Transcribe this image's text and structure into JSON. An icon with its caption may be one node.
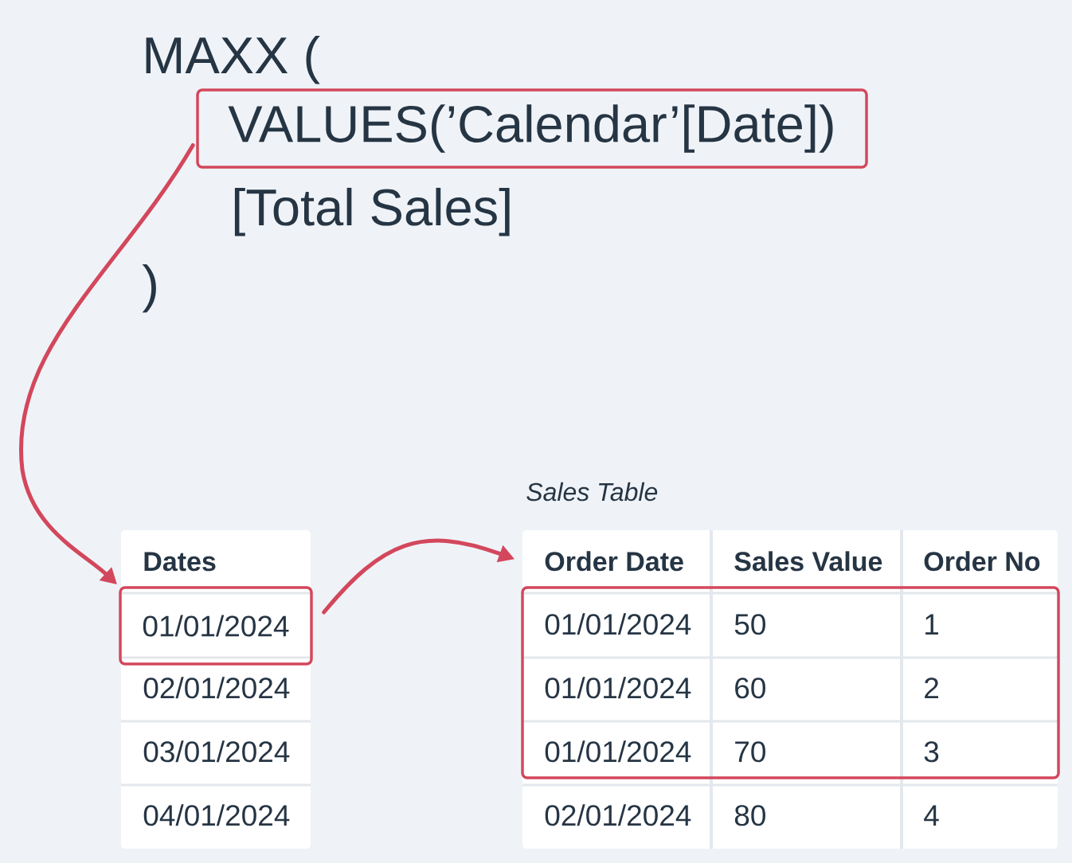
{
  "diagram": {
    "nodes": [
      {
        "text": [
          "VALUES(’Calendar’[Date])"
        ]
      },
      {
        "text": [
          "Dates"
        ]
      },
      {
        "text": [
          "01/01/2024"
        ],
        "in": 1
      },
      {
        "text": [
          "Sales Table"
        ]
      },
      {
        "text": [],
        "shape": "box",
        "in": 3
      }
    ],
    "edges": [
      {
        "from": 0,
        "to": 2,
        "arrow": "to"
      },
      {
        "from": 2,
        "to": 3,
        "arrow": "to"
      }
    ],
    "labels": [
      "MAXX (",
      "[Total Sales]",
      ")",
      "02/01/2024",
      "03/01/2024",
      "04/01/2024",
      "Order Date",
      "Sales Value",
      "Order No",
      "01/01/2024",
      "50",
      "1",
      "01/01/2024",
      "60",
      "2",
      "01/01/2024",
      "70",
      "3",
      "02/01/2024",
      "80",
      "4"
    ]
  }
}
